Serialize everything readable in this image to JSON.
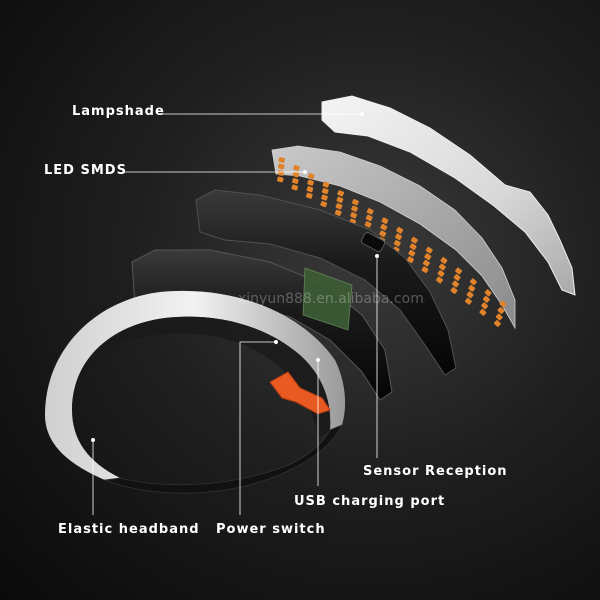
{
  "labels": {
    "lampshade": "Lampshade",
    "led_smds": "LED SMDS",
    "sensor_reception": "Sensor Reception",
    "usb_charging_port": "USB charging port",
    "elastic_headband": "Elastic headband",
    "power_switch": "Power switch"
  },
  "watermark": "xinyun888.en.alibaba.com",
  "colors": {
    "led": "#e0832b",
    "switch": "#e85a22",
    "leader_line": "#ffffff",
    "lampshade": "#dcdcdc",
    "housing": "#141414"
  }
}
